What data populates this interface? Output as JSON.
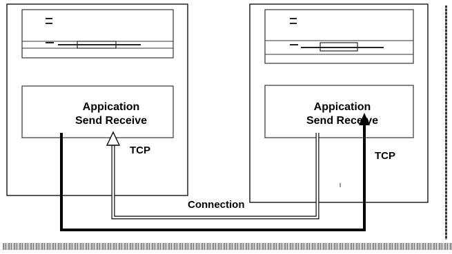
{
  "diagram": {
    "host_left": {
      "app_line1": "Appication",
      "app_line2": "Send Receive",
      "tcp_label": "TCP"
    },
    "host_right": {
      "app_line1": "Appication",
      "app_line2": "Send Receive",
      "tcp_label": "TCP"
    },
    "connection_label": "Connection"
  }
}
